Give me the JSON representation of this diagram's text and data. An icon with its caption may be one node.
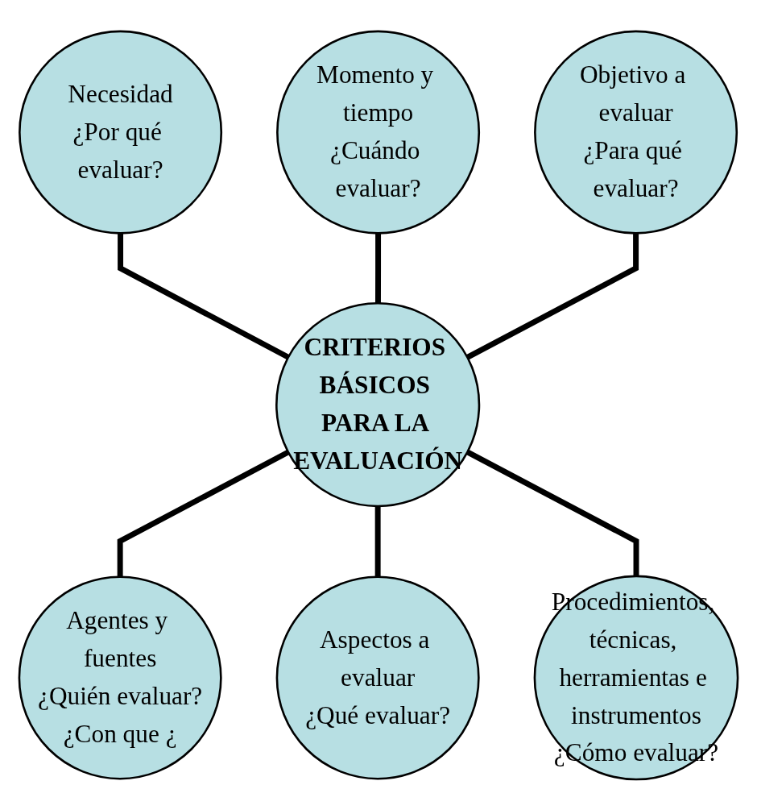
{
  "diagram": {
    "nodes": [
      {
        "text": [
          "Necesidad",
          "¿Por qué evaluar?"
        ]
      },
      {
        "text": [
          "Momento y tiempo",
          "¿Cuándo evaluar?"
        ]
      },
      {
        "text": [
          "Objetivo a evaluar",
          "¿Para qué evaluar?"
        ]
      },
      {
        "text": [
          "CRITERIOS BÁSICOS PARA LA EVALUACIÓN"
        ]
      },
      {
        "text": [
          "Agentes y fuentes",
          "¿Quién evaluar?",
          "¿Con que ¿"
        ]
      },
      {
        "text": [
          "Aspectos a evaluar",
          "¿Qué evaluar?"
        ]
      },
      {
        "text": [
          "Procedimientos, técnicas, herramientas e instrumentos",
          "¿Cómo evaluar?"
        ]
      }
    ],
    "edges": [
      {
        "from": 0,
        "to": 3,
        "arrow": "none"
      },
      {
        "from": 1,
        "to": 3,
        "arrow": "none"
      },
      {
        "from": 2,
        "to": 3,
        "arrow": "none"
      },
      {
        "from": 3,
        "to": 4,
        "arrow": "none"
      },
      {
        "from": 3,
        "to": 5,
        "arrow": "none"
      },
      {
        "from": 3,
        "to": 6,
        "arrow": "none"
      }
    ]
  }
}
